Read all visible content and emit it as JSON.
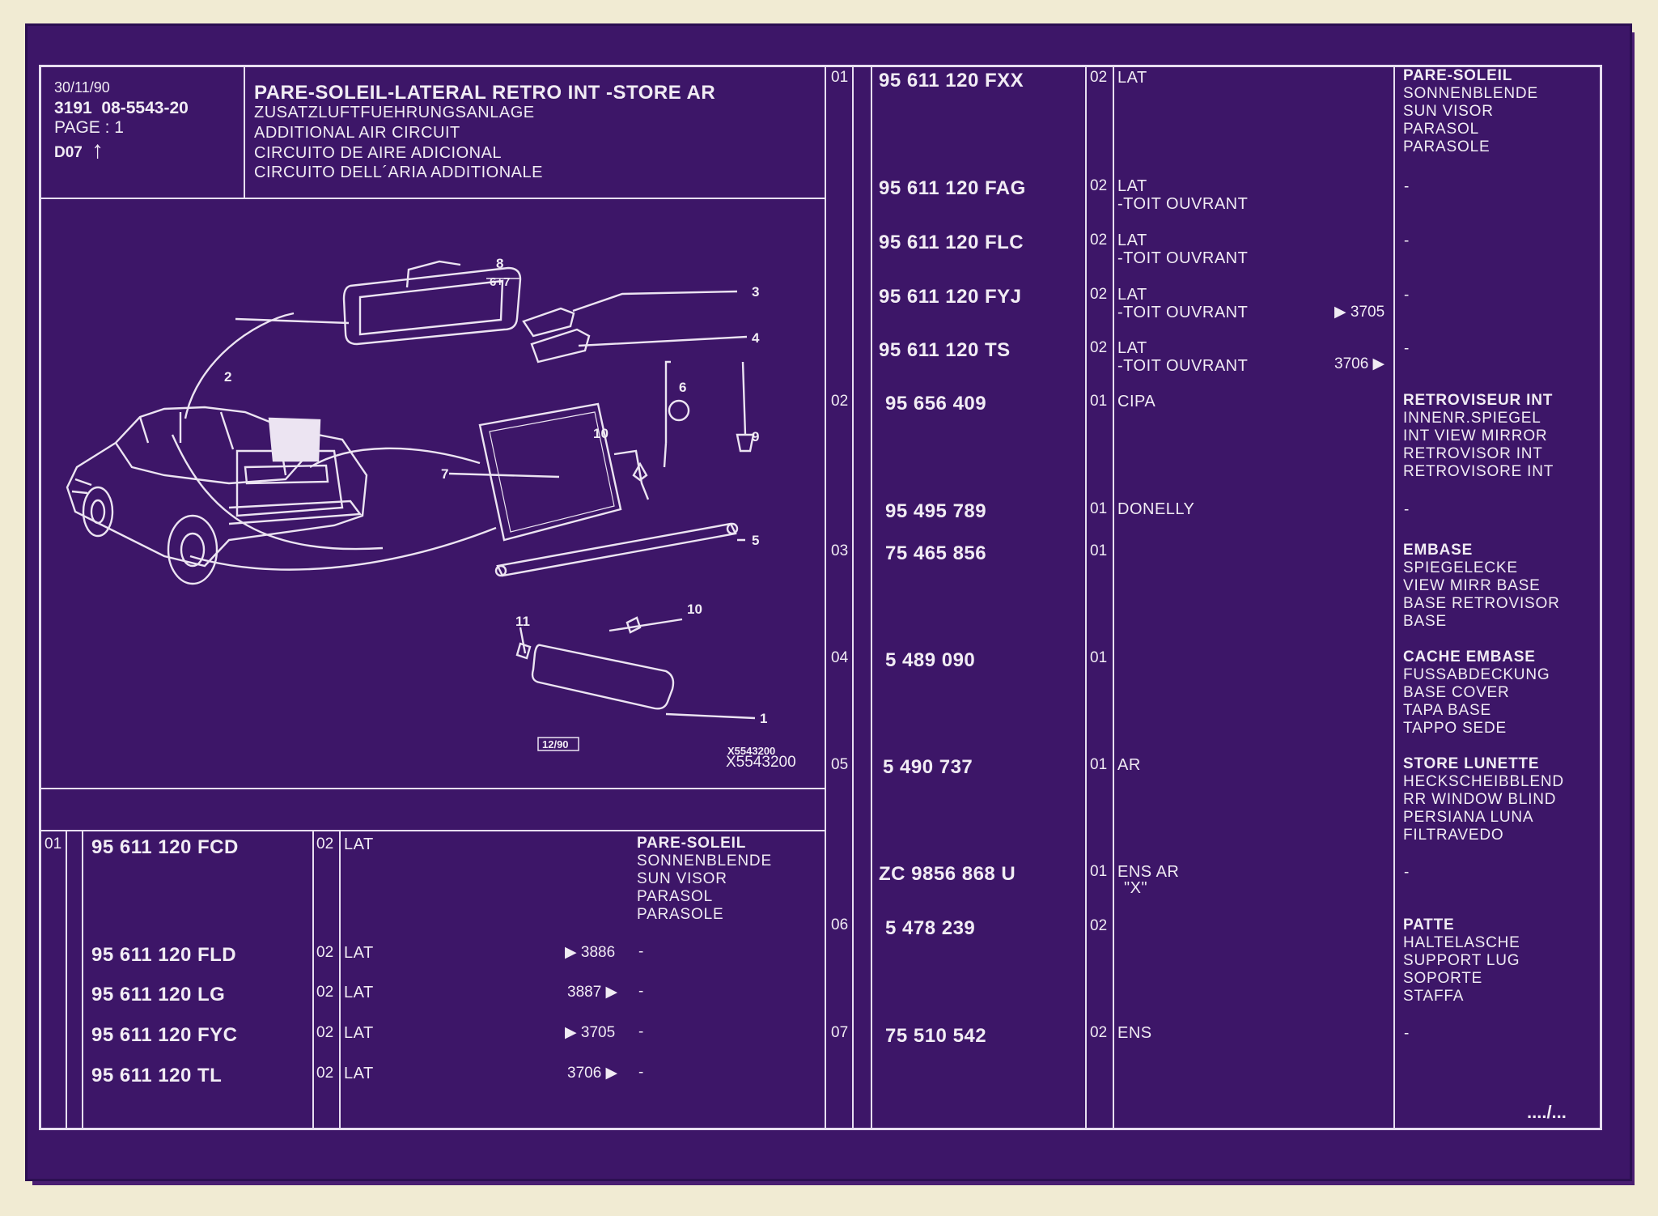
{
  "header": {
    "date": "30/11/90",
    "ref": "3191  08-5543-20",
    "page": "PAGE : 1",
    "section": "D07",
    "title": "PARE-SOLEIL-LATERAL RETRO INT -STORE AR",
    "subtitles": [
      "ZUSATZLUFTFUEHRUNGSANLAGE",
      "ADDITIONAL AIR CIRCUIT",
      "CIRCUITO DE AIRE ADICIONAL",
      "CIRCUITO DELL´ARIA ADDITIONALE"
    ]
  },
  "diagram": {
    "callouts": [
      "1",
      "2",
      "3",
      "4",
      "5",
      "6",
      "7",
      "8",
      "6+7",
      "9",
      "10",
      "10",
      "11"
    ],
    "stamp": "12/90",
    "code_small": "X5543200",
    "code": "X5543200"
  },
  "left_table": {
    "rows": [
      {
        "item": "01",
        "ref": "95 611 120 FCD",
        "qty": "02",
        "variant": "LAT",
        "mark": "",
        "desc": [
          "PARE-SOLEIL",
          "SONNENBLENDE",
          "SUN VISOR",
          "PARASOL",
          "PARASOLE"
        ]
      },
      {
        "item": "",
        "ref": "95 611 120 FLD",
        "qty": "02",
        "variant": "LAT",
        "mark": "▶ 3886",
        "desc": [
          "-"
        ]
      },
      {
        "item": "",
        "ref": "95 611 120 LG",
        "qty": "02",
        "variant": "LAT",
        "mark": "3887 ▶",
        "desc": [
          "-"
        ]
      },
      {
        "item": "",
        "ref": "95 611 120 FYC",
        "qty": "02",
        "variant": "LAT",
        "mark": "▶ 3705",
        "desc": [
          "-"
        ]
      },
      {
        "item": "",
        "ref": "95 611 120 TL",
        "qty": "02",
        "variant": "LAT",
        "mark": "3706 ▶",
        "desc": [
          "-"
        ]
      }
    ]
  },
  "right_table": {
    "rows": [
      {
        "item": "01",
        "ref": "95 611 120 FXX",
        "qty": "02",
        "variant": [
          "LAT"
        ],
        "mark": "",
        "desc": [
          "PARE-SOLEIL",
          "SONNENBLENDE",
          "SUN VISOR",
          "PARASOL",
          "PARASOLE"
        ]
      },
      {
        "item": "",
        "ref": "95 611 120 FAG",
        "qty": "02",
        "variant": [
          "LAT",
          "-TOIT OUVRANT"
        ],
        "mark": "",
        "desc": [
          "-"
        ]
      },
      {
        "item": "",
        "ref": "95 611 120 FLC",
        "qty": "02",
        "variant": [
          "LAT",
          "-TOIT OUVRANT"
        ],
        "mark": "",
        "desc": [
          "-"
        ]
      },
      {
        "item": "",
        "ref": "95 611 120 FYJ",
        "qty": "02",
        "variant": [
          "LAT",
          "-TOIT OUVRANT"
        ],
        "mark": "▶ 3705",
        "desc": [
          "-"
        ]
      },
      {
        "item": "",
        "ref": "95 611 120 TS",
        "qty": "02",
        "variant": [
          "LAT",
          "-TOIT OUVRANT"
        ],
        "mark": "3706 ▶",
        "desc": [
          "-"
        ]
      },
      {
        "item": "02",
        "ref": "95 656 409",
        "qty": "01",
        "variant": [
          "CIPA"
        ],
        "mark": "",
        "desc": [
          "RETROVISEUR INT",
          "INNENR.SPIEGEL",
          "INT VIEW MIRROR",
          "RETROVISOR INT",
          "RETROVISORE INT"
        ]
      },
      {
        "item": "",
        "ref": "95 495 789",
        "qty": "01",
        "variant": [
          "DONELLY"
        ],
        "mark": "",
        "desc": [
          "-"
        ]
      },
      {
        "item": "03",
        "ref": "75 465 856",
        "qty": "01",
        "variant": [
          ""
        ],
        "mark": "",
        "desc": [
          "EMBASE",
          "SPIEGELECKE",
          "VIEW MIRR BASE",
          "BASE RETROVISOR",
          "BASE"
        ]
      },
      {
        "item": "04",
        "ref": "5 489 090",
        "qty": "01",
        "variant": [
          ""
        ],
        "mark": "",
        "desc": [
          "CACHE EMBASE",
          "FUSSABDECKUNG",
          "BASE COVER",
          "TAPA BASE",
          "TAPPO SEDE"
        ]
      },
      {
        "item": "05",
        "ref": "5 490 737",
        "qty": "01",
        "variant": [
          "AR"
        ],
        "mark": "",
        "desc": [
          "STORE LUNETTE",
          "HECKSCHEIBBLEND",
          "RR WINDOW BLIND",
          "PERSIANA LUNA",
          "FILTRAVEDO"
        ]
      },
      {
        "item": "",
        "ref": "ZC 9856 868 U",
        "qty": "01",
        "variant": [
          "ENS AR",
          "\"X\""
        ],
        "mark": "",
        "desc": [
          "-"
        ]
      },
      {
        "item": "06",
        "ref": "5 478 239",
        "qty": "02",
        "variant": [
          ""
        ],
        "mark": "",
        "desc": [
          "PATTE",
          "HALTELASCHE",
          "SUPPORT LUG",
          "SOPORTE",
          "STAFFA"
        ]
      },
      {
        "item": "07",
        "ref": "75 510 542",
        "qty": "02",
        "variant": [
          "ENS"
        ],
        "mark": "",
        "desc": [
          "-"
        ]
      }
    ]
  },
  "footer": {
    "continued": "..../..."
  }
}
